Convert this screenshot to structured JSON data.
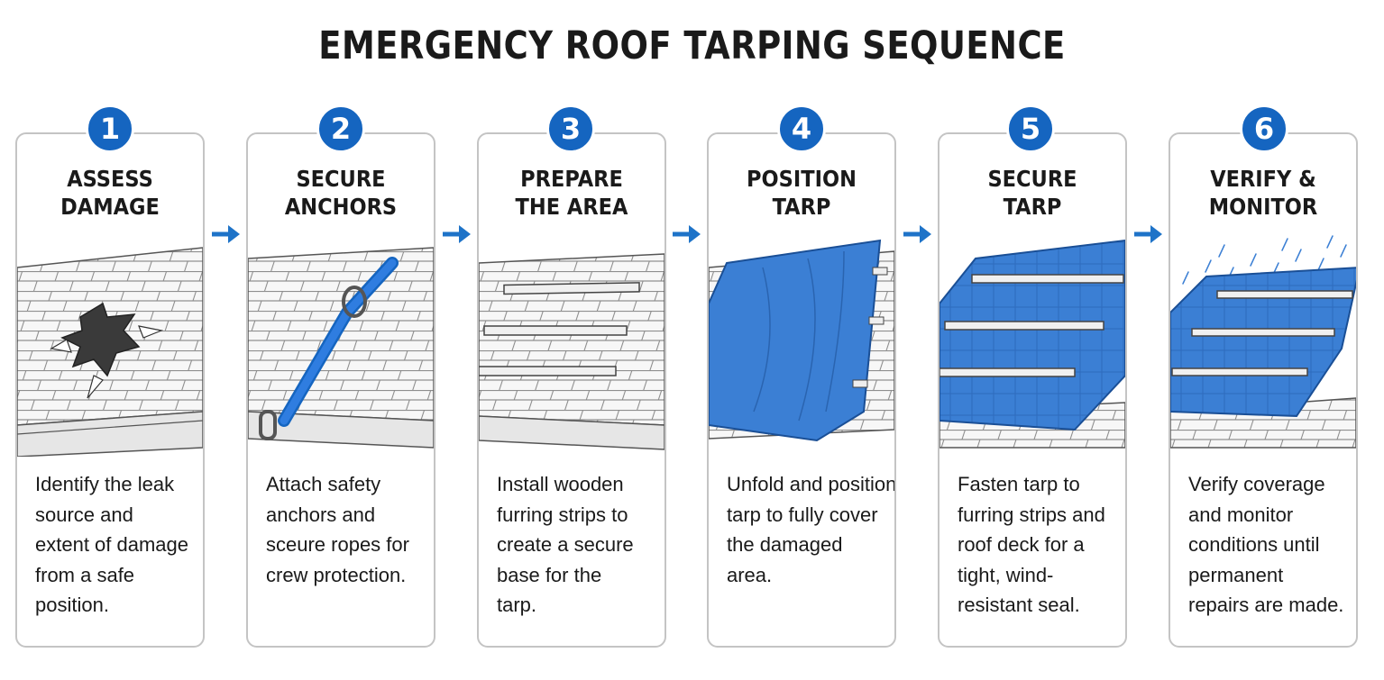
{
  "title": "EMERGENCY ROOF TARPING SEQUENCE",
  "colors": {
    "accent": "#1565c0",
    "tarp": "#3b7fd4",
    "border": "#c4c4c4"
  },
  "steps": [
    {
      "number": "1",
      "title": [
        "ASSESS",
        "DAMAGE"
      ],
      "icon": "roof-hole-icon",
      "description": [
        "Identify the leak",
        "source and",
        "extent of damage",
        "from a safe",
        "position."
      ]
    },
    {
      "number": "2",
      "title": [
        "SECURE",
        "ANCHORS"
      ],
      "icon": "safety-anchor-icon",
      "description": [
        "Attach safety",
        "anchors and",
        "sceure ropes for",
        "crew protection."
      ]
    },
    {
      "number": "3",
      "title": [
        "PREPARE",
        "THE AREA"
      ],
      "icon": "furring-strips-icon",
      "description": [
        "Install wooden",
        "furring strips to",
        "create a secure",
        "base for the",
        "tarp."
      ]
    },
    {
      "number": "4",
      "title": [
        "POSITION",
        "TARP"
      ],
      "icon": "tarp-draped-icon",
      "description": [
        "Unfold and position",
        "tarp to fully cover",
        "the damaged",
        "area."
      ]
    },
    {
      "number": "5",
      "title": [
        "SECURE",
        "TARP"
      ],
      "icon": "tarp-secured-icon",
      "description": [
        "Fasten tarp to",
        "furring strips and",
        "roof deck for a",
        "tight, wind-",
        "resistant seal."
      ]
    },
    {
      "number": "6",
      "title": [
        "VERIFY &",
        "MONITOR"
      ],
      "icon": "tarp-rain-icon",
      "description": [
        "Verify coverage",
        "and monitor",
        "conditions until",
        "permanent",
        "repairs are made."
      ]
    }
  ]
}
